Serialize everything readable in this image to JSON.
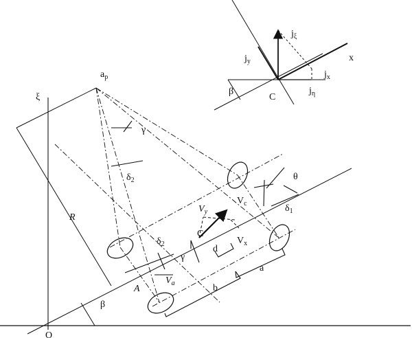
{
  "diagram": {
    "labels": {
      "a_p": "a",
      "a_p_sub": "p",
      "xi": "ξ",
      "gamma_top": "γ",
      "delta2_top": "δ",
      "delta2_top_sub": "2",
      "R": "R",
      "delta2_mid": "δ",
      "delta2_mid_sub": "2",
      "gamma_mid": "γ",
      "A": "A",
      "Va": "V",
      "Va_sub": "a",
      "beta_bottom": "β",
      "O": "O",
      "b": "b",
      "a": "a",
      "d": "d",
      "C_body": "C",
      "Vy": "V",
      "Vy_sub": "y",
      "Vc": "V",
      "Vc_sub": "c",
      "Vx": "V",
      "Vx_sub": "x",
      "delta1": "δ",
      "delta1_sub": "1",
      "theta": "θ",
      "inset_jxi": "j",
      "inset_jxi_sub": "ξ",
      "inset_jy": "j",
      "inset_jy_sub": "y",
      "inset_x": "x",
      "inset_jx": "j",
      "inset_jx_sub": "x",
      "inset_beta": "β",
      "inset_C": "C",
      "inset_jeta": "j",
      "inset_jeta_sub": "η"
    }
  }
}
